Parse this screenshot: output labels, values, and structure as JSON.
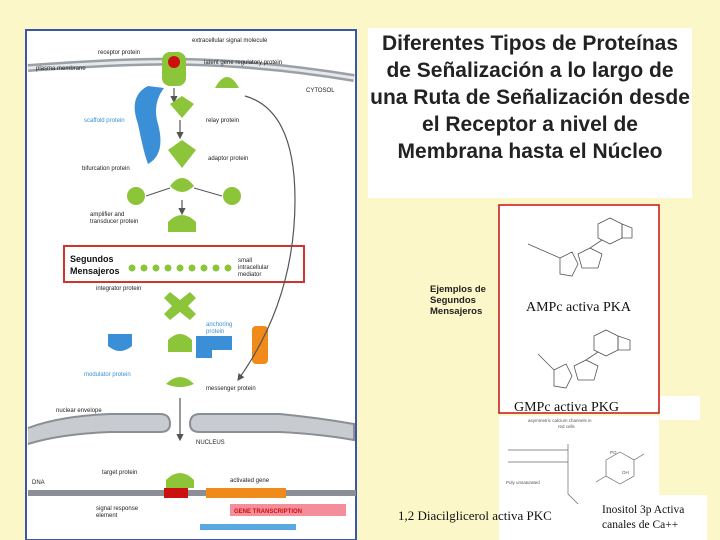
{
  "title": "Diferentes Tipos de Proteínas de Señalización a lo largo de una Ruta de Señalización desde el Receptor a nivel de Membrana hasta el Núcleo",
  "diagram_labels": {
    "extracellular_signal_molecule": "extracellular signal molecule",
    "receptor_protein": "receptor protein",
    "plasma_membrane": "plasma membrane",
    "latent_gene_regulatory_protein": "latent gene regulatory protein",
    "cytosol": "CYTOSOL",
    "scaffold_protein": "scaffold protein",
    "relay_protein": "relay protein",
    "adaptor_protein": "adaptor protein",
    "bifurcation_protein": "bifurcation protein",
    "amplifier_transducer_1": "amplifier and",
    "amplifier_transducer_2": "transducer protein",
    "segundos_mensajeros_1": "Segundos",
    "segundos_mensajeros_2": "Mensajeros",
    "small_intracellular_mediator_1": "small",
    "small_intracellular_mediator_2": "intracellular",
    "small_intracellular_mediator_3": "mediator",
    "integrator_protein": "integrator protein",
    "anchoring_protein_1": "anchoring",
    "anchoring_protein_2": "protein",
    "modulator_protein": "modulator protein",
    "messenger_protein": "messenger protein",
    "nuclear_envelope": "nuclear envelope",
    "nucleus": "NUCLEUS",
    "target_protein": "target protein",
    "dna": "DNA",
    "activated_gene": "activated gene",
    "signal_response_element_1": "signal response",
    "signal_response_element_2": "element",
    "gene_transcription": "GENE TRANSCRIPTION"
  },
  "examples_label": "Ejemplos de Segundos Mensajeros",
  "captions": {
    "ampc": "AMPc activa PKA",
    "gmpc": "GMPc activa PKG",
    "dag": "1,2 Diacilglicerol activa PKC",
    "ip3": "Inositol 3p Activa canales de Ca++"
  },
  "structure_labels": {
    "dag_heading_1": "asymmetric calcium channels in",
    "dag_heading_2": "red cells",
    "poly_unsat": "Poly unsaturated",
    "ip3_p": "PO",
    "ip3_oh": "OH"
  },
  "colors": {
    "background": "#fbf7c9",
    "border_blue": "#3b56a8",
    "protein_green": "#8cc43a",
    "protein_blue": "#3a8fd6",
    "signal_red": "#cc1010",
    "orange_cylinder": "#f08a1a",
    "membrane_gray": "#8a8f95",
    "red_box": "#d0342c",
    "transcription_pink": "#f48e9b",
    "rna_blue": "#5aa8e0"
  }
}
